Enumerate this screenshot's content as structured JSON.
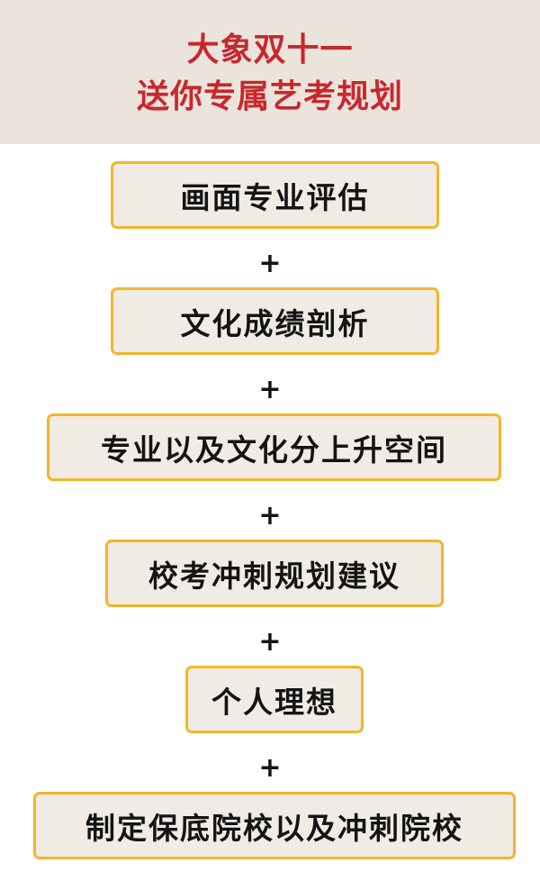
{
  "header": {
    "line1": "大象双十一",
    "line2": "送你专属艺考规划"
  },
  "items": [
    {
      "label": "画面专业评估"
    },
    {
      "label": "文化成绩剖析"
    },
    {
      "label": "专业以及文化分上升空间"
    },
    {
      "label": "校考冲刺规划建议"
    },
    {
      "label": "个人理想"
    },
    {
      "label": "制定保底院校以及冲刺院校"
    }
  ],
  "separator": "+",
  "colors": {
    "header_bg": "#ebe4dd",
    "header_text": "#c9272c",
    "box_border": "#f5b52a",
    "box_bg": "#f1ebe5",
    "text": "#141414"
  }
}
